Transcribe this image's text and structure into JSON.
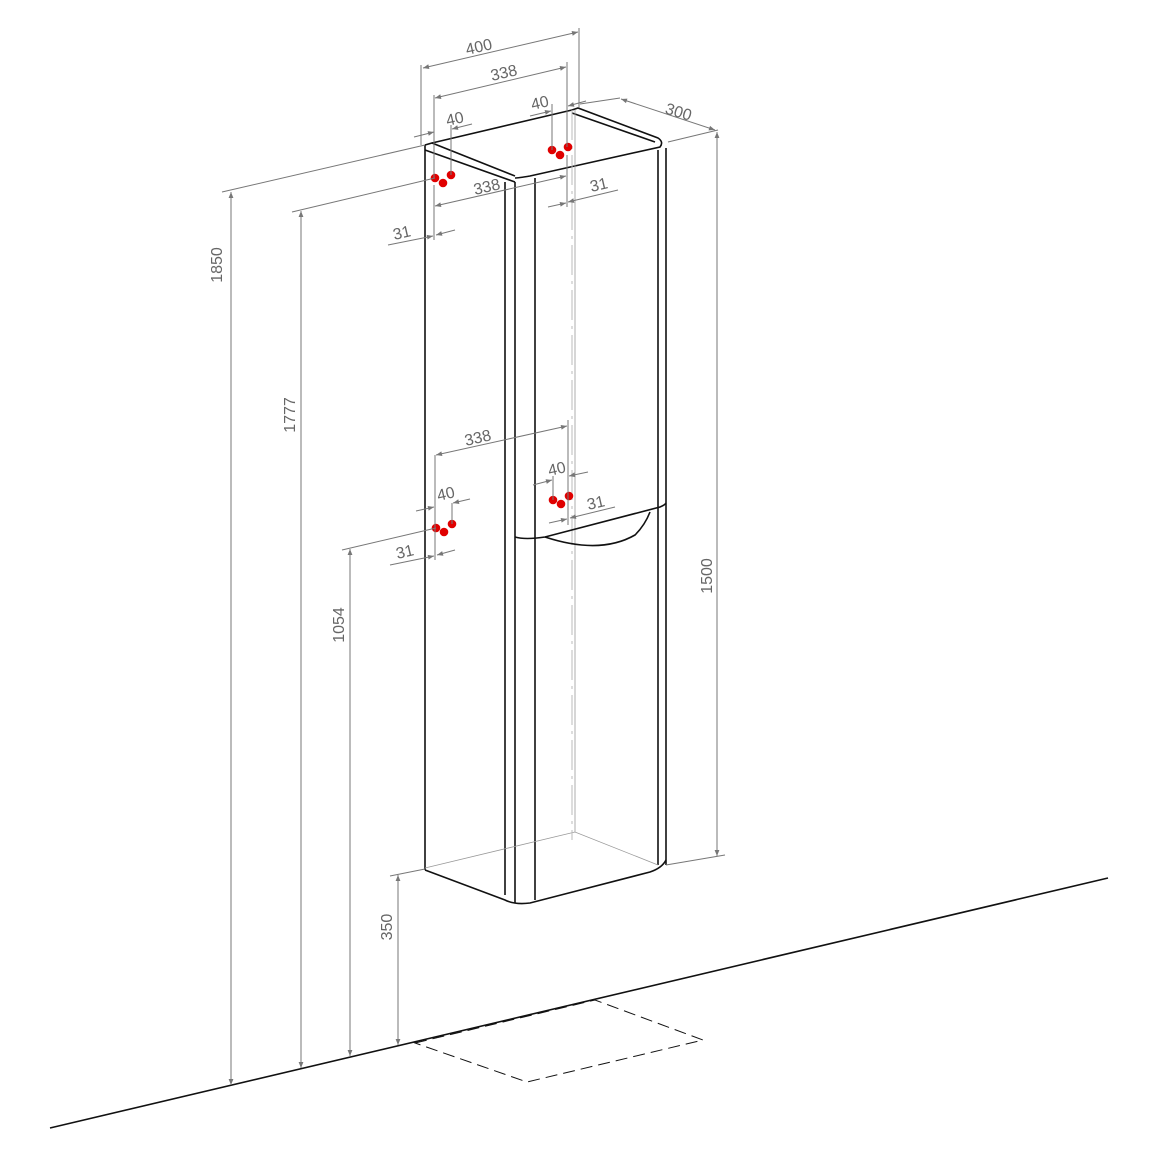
{
  "drawing": {
    "dimensions": {
      "width_total": "400",
      "width_top_holes": "338",
      "width_top_front_holes": "338",
      "width_mid_holes": "338",
      "hole_spacing_top_left": "40",
      "hole_spacing_top_right": "40",
      "hole_spacing_mid_left": "40",
      "hole_spacing_mid_right": "40",
      "offset_top_left": "31",
      "offset_top_right": "31",
      "offset_mid_left": "31",
      "offset_mid_right": "31",
      "depth": "300",
      "height_total_from_floor": "1850",
      "height_top_holes": "1777",
      "height_mid_holes": "1054",
      "height_cabinet": "1500",
      "height_floor_gap": "350"
    },
    "colors": {
      "hole_marker": "#e00000",
      "lines": "#111111",
      "dimension_lines": "#777777"
    }
  }
}
